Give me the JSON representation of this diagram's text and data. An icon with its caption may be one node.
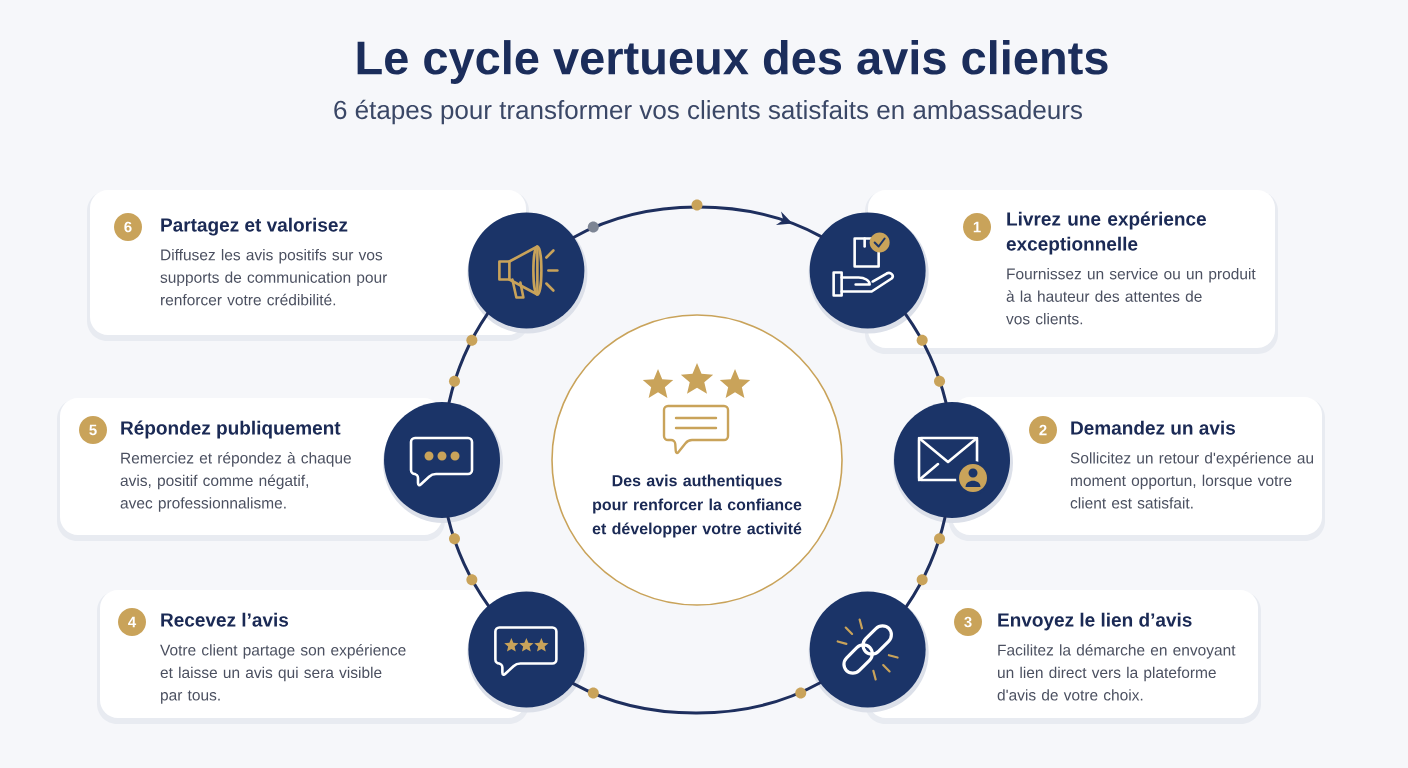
{
  "diagram": {
    "title": "Le cycle vertueux des avis clients",
    "nodes": [
      {
        "text": [
          "Livrez une expérience exceptionnelle",
          "Fournissez un service ou un produit à la hauteur des attentes de vos clients."
        ]
      },
      {
        "text": [
          "1"
        ],
        "in": 0
      },
      {
        "text": [
          "Demandez un avis",
          "Sollicitez un retour d'expérience au moment opportun, lorsque votre client est satisfait."
        ]
      },
      {
        "text": [
          "2"
        ],
        "in": 2
      },
      {
        "text": [
          "Envoyez le lien d’avis",
          "Facilitez la démarche en envoyant un lien direct vers la plateforme d'avis de votre choix."
        ]
      },
      {
        "text": [
          "3"
        ],
        "in": 4
      },
      {
        "text": [
          "Recevez l’avis",
          "Votre client partage son expérience et laisse un avis qui sera visible par tous."
        ]
      },
      {
        "text": [
          "4"
        ],
        "in": 6
      },
      {
        "text": [
          "Répondez publiquement",
          "Remerciez et répondez à chaque avis, positif comme négatif, avec professionnalisme."
        ]
      },
      {
        "text": [
          "5"
        ],
        "in": 8
      },
      {
        "text": [
          "Partagez et valorisez",
          "Diffusez les avis positifs sur vos supports de communication pour renforcer votre crédibilité."
        ]
      },
      {
        "text": [
          "6"
        ],
        "in": 10
      },
      {
        "text": [],
        "shape": "circle"
      },
      {
        "text": [],
        "shape": "circle"
      },
      {
        "text": [],
        "shape": "circle"
      },
      {
        "text": [],
        "shape": "circle"
      },
      {
        "text": [],
        "shape": "circle"
      },
      {
        "text": [],
        "shape": "circle"
      },
      {
        "text": [
          "Des avis authentiques pour renforcer la confiance et développer votre activité"
        ]
      }
    ],
    "edges": [
      {
        "from": 12,
        "to": 13,
        "arrow": "none"
      },
      {
        "from": 13,
        "to": 14,
        "arrow": "none"
      },
      {
        "from": 14,
        "to": 15,
        "arrow": "none"
      },
      {
        "from": 15,
        "to": 16,
        "arrow": "none"
      },
      {
        "from": 16,
        "to": 17,
        "arrow": "none"
      },
      {
        "from": 17,
        "to": 12,
        "arrow": "to"
      }
    ],
    "labels": [
      "6 étapes pour transformer vos clients satisfaits en ambassadeurs"
    ]
  }
}
